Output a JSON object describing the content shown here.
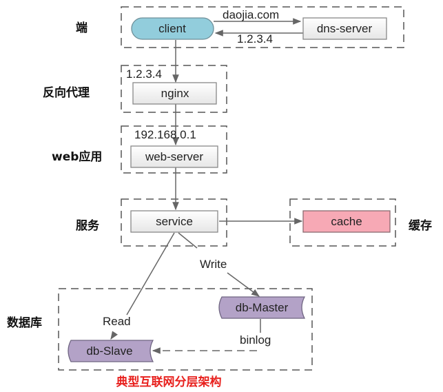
{
  "diagram": {
    "title": "典型互联网分层架构",
    "layers": [
      {
        "id": "client-layer",
        "label": "端"
      },
      {
        "id": "proxy-layer",
        "label": "反向代理"
      },
      {
        "id": "web-layer",
        "label": "web应用"
      },
      {
        "id": "service-layer",
        "label": "服务"
      },
      {
        "id": "cache-layer",
        "label": "缓存"
      },
      {
        "id": "db-layer",
        "label": "数据库"
      }
    ],
    "nodes": {
      "client": {
        "label": "client",
        "color": "#92cddc"
      },
      "dns_server": {
        "label": "dns-server",
        "color": "#f2f2f2"
      },
      "nginx": {
        "label": "nginx",
        "color": "#f2f2f2"
      },
      "web_server": {
        "label": "web-server",
        "color": "#f2f2f2"
      },
      "service": {
        "label": "service",
        "color": "#f2f2f2"
      },
      "cache": {
        "label": "cache",
        "color": "#f7a9b5"
      },
      "db_master": {
        "label": "db-Master",
        "color": "#b3a2c7"
      },
      "db_slave": {
        "label": "db-Slave",
        "color": "#b3a2c7"
      }
    },
    "edges": {
      "client_to_dns": "daojia.com",
      "dns_to_client": "1.2.3.4",
      "nginx_ip": "1.2.3.4",
      "web_ip": "192.168.0.1",
      "write": "Write",
      "read": "Read",
      "binlog": "binlog"
    }
  }
}
